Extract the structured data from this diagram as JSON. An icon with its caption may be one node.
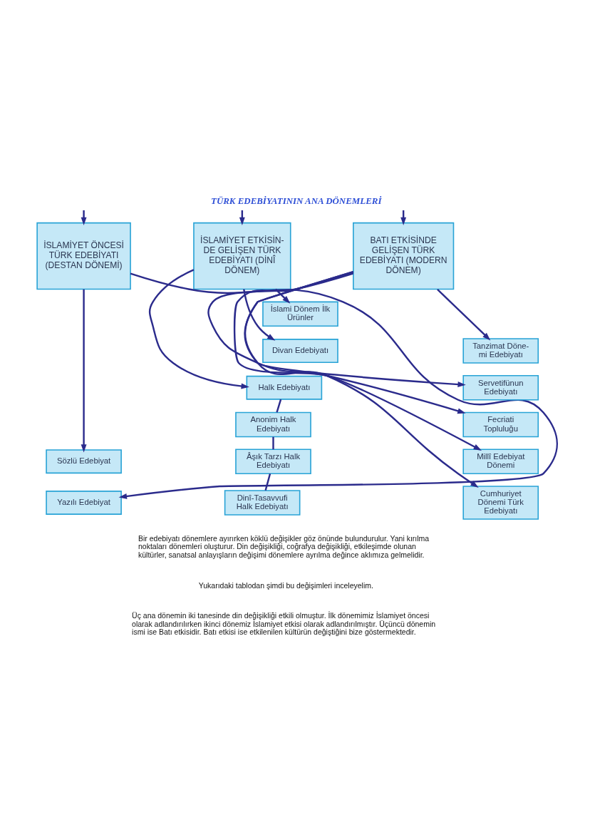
{
  "diagram": {
    "title": "TÜRK EDEBİYATININ ANA DÖNEMLERİ",
    "nodes": [
      {
        "text": [
          "İSLAMİYET ÖNCESİ TÜRK EDEBİYATI (DESTAN DÖNEMİ)"
        ]
      },
      {
        "text": [
          "İSLAMİYET ETKİSİN- DE GELİŞEN TÜRK EDEBİYATI (DİNÎ DÖNEM)"
        ]
      },
      {
        "text": [
          "BATI ETKİSİNDE GELİŞEN TÜRK EDEBİYATI (MODERN DÖNEM)"
        ]
      },
      {
        "text": [
          "Sözlü Edebiyat"
        ]
      },
      {
        "text": [
          "Yazılı Edebiyat"
        ]
      },
      {
        "text": [
          "İslami Dönem İlk Ürünler"
        ]
      },
      {
        "text": [
          "Divan Edebiyatı"
        ]
      },
      {
        "text": [
          "Halk Edebiyatı"
        ]
      },
      {
        "text": [
          "Anonim Halk Edebiyatı"
        ]
      },
      {
        "text": [
          "Âşık Tarzı Halk Edebiyatı"
        ]
      },
      {
        "text": [
          "Dinî-Tasavvufi Halk Edebiyatı"
        ]
      },
      {
        "text": [
          "Tanzimat Döne- mi Edebiyatı"
        ]
      },
      {
        "text": [
          "Servetifünun Edebiyatı"
        ]
      },
      {
        "text": [
          "Fecriati Topluluğu"
        ]
      },
      {
        "text": [
          "Millî Edebiyat Dönemi"
        ]
      },
      {
        "text": [
          "Cumhuriyet Dönemi Türk Edebiyatı"
        ]
      }
    ],
    "edges": [
      {
        "from": null,
        "to": 0,
        "arrow": "to"
      },
      {
        "from": null,
        "to": 1,
        "arrow": "to"
      },
      {
        "from": null,
        "to": 2,
        "arrow": "to"
      },
      {
        "from": 0,
        "to": 3,
        "arrow": "to"
      },
      {
        "from": 0,
        "to": 4,
        "arrow": "to"
      },
      {
        "from": 1,
        "to": 5,
        "arrow": "to"
      },
      {
        "from": 1,
        "to": 6,
        "arrow": "to"
      },
      {
        "from": 1,
        "to": 7,
        "arrow": "to"
      },
      {
        "from": 7,
        "to": 8,
        "arrow": "none"
      },
      {
        "from": 8,
        "to": 9,
        "arrow": "none"
      },
      {
        "from": 9,
        "to": 10,
        "arrow": "none"
      },
      {
        "from": 2,
        "to": 11,
        "arrow": "to"
      },
      {
        "from": 2,
        "to": 12,
        "arrow": "to"
      },
      {
        "from": 2,
        "to": 13,
        "arrow": "to"
      },
      {
        "from": 2,
        "to": 14,
        "arrow": "to"
      },
      {
        "from": 2,
        "to": 15,
        "arrow": "to"
      }
    ],
    "labels": [
      "Bir edebiyatı dönemlere ayırırken köklü değişikler göz önünde bulundurulur. Yani kırılma noktaları dönemleri oluşturur. Din değişikliği, coğrafya değişikliği, etkileşimde olunan kültürler, sanatsal anlayışların değişimi dönemlere ayrılma değince aklımıza gelmelidir.",
      "Yukarıdaki tablodan şimdi bu değişimleri inceleyelim.",
      "Üç ana dönemin iki tanesinde din değişikliği etkili olmuştur. İlk dönemimiz İslamiyet öncesi olarak adlandırılırken ikinci dönemiz İslamiyet etkisi olarak adlandırılmıştır. Üçüncü dönemin ismi ise Batı etkisidir. Batı etkisi ise etkilenilen kültürün değiştiğini bize göstermektedir."
    ]
  }
}
